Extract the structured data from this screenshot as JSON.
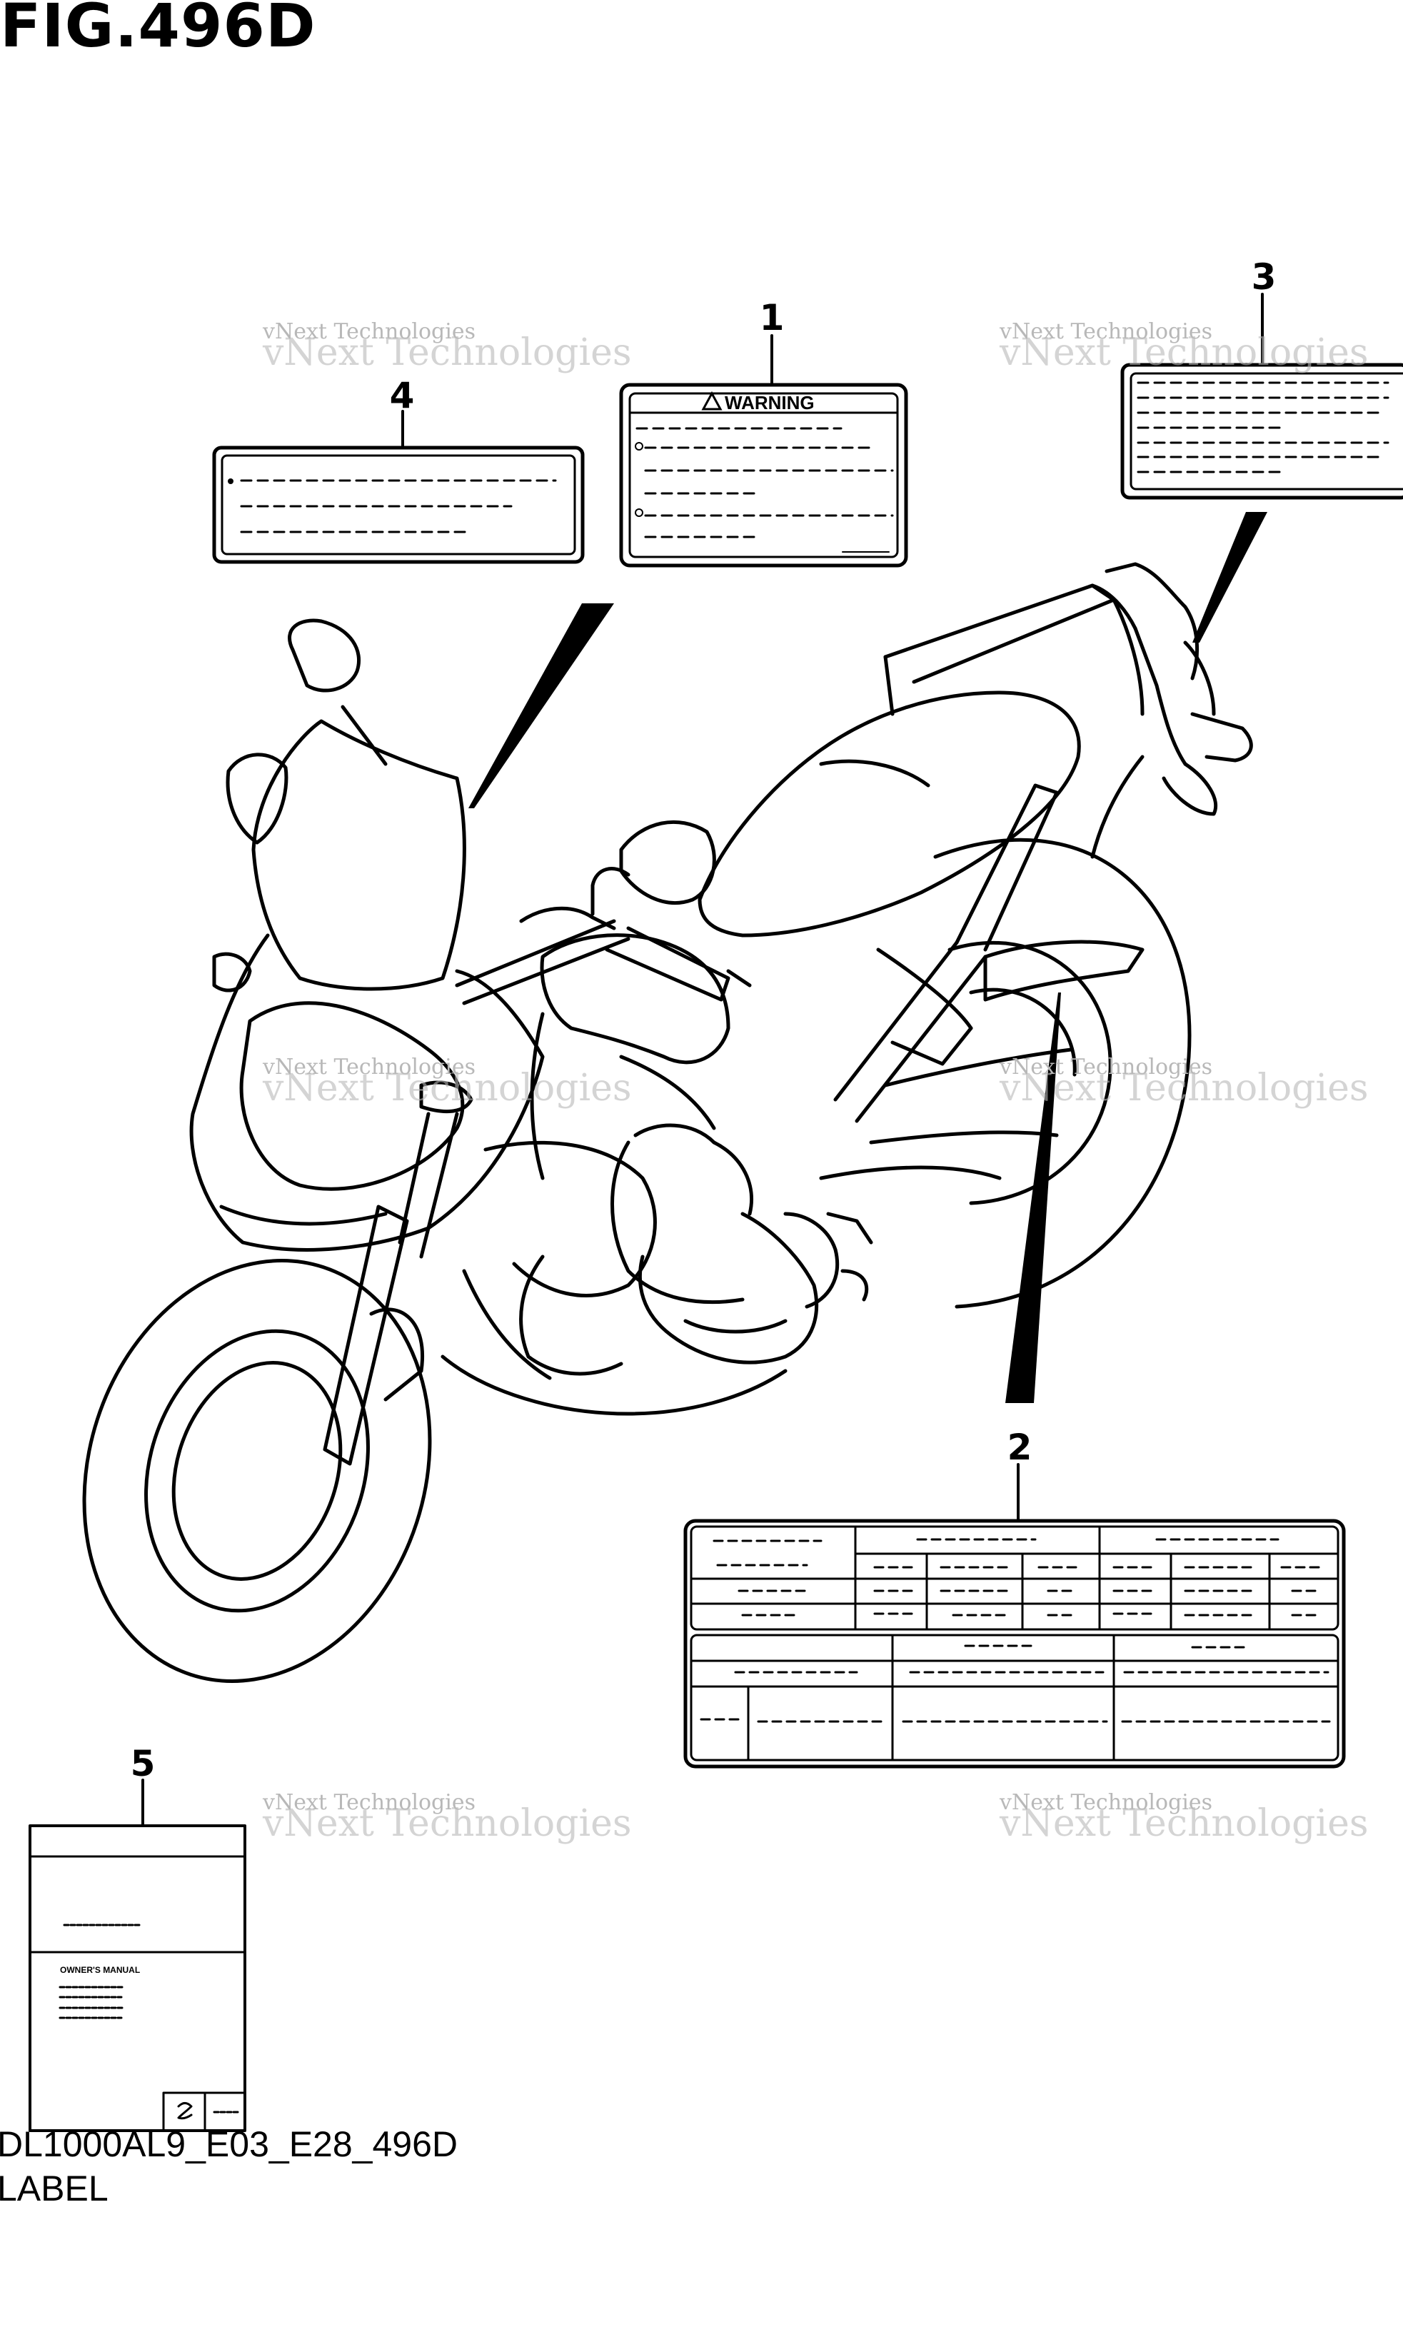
{
  "figure": {
    "title": "FIG.496D",
    "model_code": "DL1000AL9_E03_E28_496D",
    "group_name": "LABEL"
  },
  "callouts": [
    {
      "number": "1"
    },
    {
      "number": "2"
    },
    {
      "number": "3"
    },
    {
      "number": "4"
    },
    {
      "number": "5"
    }
  ],
  "warning_label": {
    "heading": "WARNING"
  },
  "manual_booklet": {
    "title": "OWNER'S MANUAL"
  },
  "watermark": {
    "line1": "vNext Technologies",
    "line2": "vNext Technologies"
  }
}
